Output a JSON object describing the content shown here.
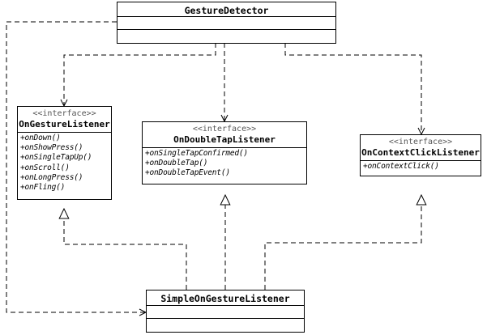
{
  "diagram": {
    "title": "GestureDetector listener interfaces",
    "type": "uml-class-diagram",
    "background": "#ffffff",
    "line_color": "#000000"
  },
  "classes": {
    "gesture_detector": {
      "name": "GestureDetector",
      "stereotype": "",
      "operations": [],
      "empty_compartments": 2
    },
    "on_gesture_listener": {
      "stereotype": "<<interface>>",
      "name": "OnGestureListener",
      "operations": [
        "+onDown()",
        "+onShowPress()",
        "+onSingleTapUp()",
        "+onScroll()",
        "+onLongPress()",
        "+onFling()"
      ]
    },
    "on_double_tap_listener": {
      "stereotype": "<<interface>>",
      "name": "OnDoubleTapListener",
      "operations": [
        "+onSingleTapConfirmed()",
        "+onDoubleTap()",
        "+onDoubleTapEvent()"
      ]
    },
    "on_context_click_listener": {
      "stereotype": "<<interface>>",
      "name": "OnContextClickListener",
      "operations": [
        "+onContextClick()"
      ]
    },
    "simple_on_gesture_listener": {
      "name": "SimpleOnGestureListener",
      "stereotype": "",
      "operations": [],
      "empty_compartments": 2
    }
  },
  "relationships": [
    {
      "id": "dep-gesturedetector-ongesturelistener",
      "type": "dependency",
      "style": "dashed-open-arrow",
      "from": "GestureDetector",
      "to": "OnGestureListener"
    },
    {
      "id": "dep-gesturedetector-ondoubletaplistener",
      "type": "dependency",
      "style": "dashed-open-arrow",
      "from": "GestureDetector",
      "to": "OnDoubleTapListener"
    },
    {
      "id": "dep-gesturedetector-oncontextclicklistener",
      "type": "dependency",
      "style": "dashed-open-arrow",
      "from": "GestureDetector",
      "to": "OnContextClickListener"
    },
    {
      "id": "dep-gesturedetector-simpleongesturelistener",
      "type": "dependency",
      "style": "dashed-open-arrow",
      "from": "GestureDetector",
      "to": "SimpleOnGestureListener"
    },
    {
      "id": "real-simple-ongesturelistener",
      "type": "realization",
      "style": "dashed-hollow-triangle",
      "from": "SimpleOnGestureListener",
      "to": "OnGestureListener"
    },
    {
      "id": "real-simple-ondoubletaplistener",
      "type": "realization",
      "style": "dashed-hollow-triangle",
      "from": "SimpleOnGestureListener",
      "to": "OnDoubleTapListener"
    },
    {
      "id": "real-simple-oncontextclicklistener",
      "type": "realization",
      "style": "dashed-hollow-triangle",
      "from": "SimpleOnGestureListener",
      "to": "OnContextClickListener"
    }
  ]
}
